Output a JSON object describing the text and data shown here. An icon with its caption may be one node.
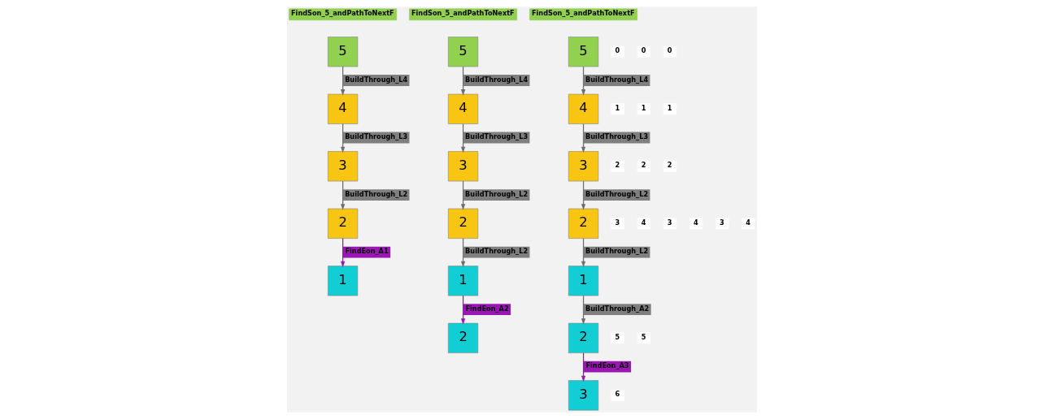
{
  "diagram": {
    "nodes": [
      {
        "text": [
          "5"
        ]
      },
      {
        "text": [
          "4"
        ]
      },
      {
        "text": [
          "3"
        ]
      },
      {
        "text": [
          "2"
        ]
      },
      {
        "text": [
          "1"
        ]
      },
      {
        "text": [
          "5"
        ]
      },
      {
        "text": [
          "4"
        ]
      },
      {
        "text": [
          "3"
        ]
      },
      {
        "text": [
          "2"
        ]
      },
      {
        "text": [
          "2"
        ]
      },
      {
        "text": [
          "1"
        ]
      },
      {
        "text": [
          "5"
        ]
      },
      {
        "text": [
          "4"
        ]
      },
      {
        "text": [
          "3"
        ]
      },
      {
        "text": [
          "3"
        ]
      },
      {
        "text": [
          "2"
        ]
      },
      {
        "text": [
          "2"
        ]
      },
      {
        "text": [
          "1"
        ]
      }
    ],
    "edges": [
      {
        "from": 0,
        "to": 1,
        "arrow": "to",
        "label": "BuildThrough_L4"
      },
      {
        "from": 1,
        "to": 2,
        "arrow": "to",
        "label": "BuildThrough_L3"
      },
      {
        "from": 2,
        "to": 3,
        "arrow": "to",
        "label": "BuildThrough_L2"
      },
      {
        "from": 3,
        "to": 4,
        "arrow": "to",
        "label": "FindEon_A1",
        "color": "#9b16b5"
      },
      {
        "from": 5,
        "to": 6,
        "arrow": "to",
        "label": "BuildThrough_L4"
      },
      {
        "from": 6,
        "to": 7,
        "arrow": "to",
        "label": "BuildThrough_L3"
      },
      {
        "from": 7,
        "to": 9,
        "arrow": "to",
        "label": "BuildThrough_L2"
      },
      {
        "from": 9,
        "to": 10,
        "arrow": "to",
        "label": "BuildThrough_L2"
      },
      {
        "from": 10,
        "to": 8,
        "arrow": "to",
        "label": "FindEon_A2",
        "color": "#9b16b5"
      },
      {
        "from": 11,
        "to": 12,
        "arrow": "to",
        "label": "BuildThrough_L4"
      },
      {
        "from": 12,
        "to": 13,
        "arrow": "to",
        "label": "BuildThrough_L3"
      },
      {
        "from": 13,
        "to": 15,
        "arrow": "to",
        "label": "BuildThrough_L2"
      },
      {
        "from": 15,
        "to": 17,
        "arrow": "to",
        "label": "BuildThrough_L2"
      },
      {
        "from": 17,
        "to": 16,
        "arrow": "to",
        "label": "BuildThrough_A2"
      },
      {
        "from": 16,
        "to": 14,
        "arrow": "to",
        "label": "FindEon_A3",
        "color": "#9b16b5"
      }
    ],
    "labels": [
      "FindSon_5_andPathToNextF",
      "0",
      "1",
      "2",
      "3",
      "4",
      "FindSon_5_andPathToNextF",
      "0",
      "1",
      "5",
      "2",
      "3",
      "4",
      "FindSon_5_andPathToNextF",
      "0",
      "1",
      "6",
      "2",
      "5",
      "3",
      "4"
    ]
  }
}
